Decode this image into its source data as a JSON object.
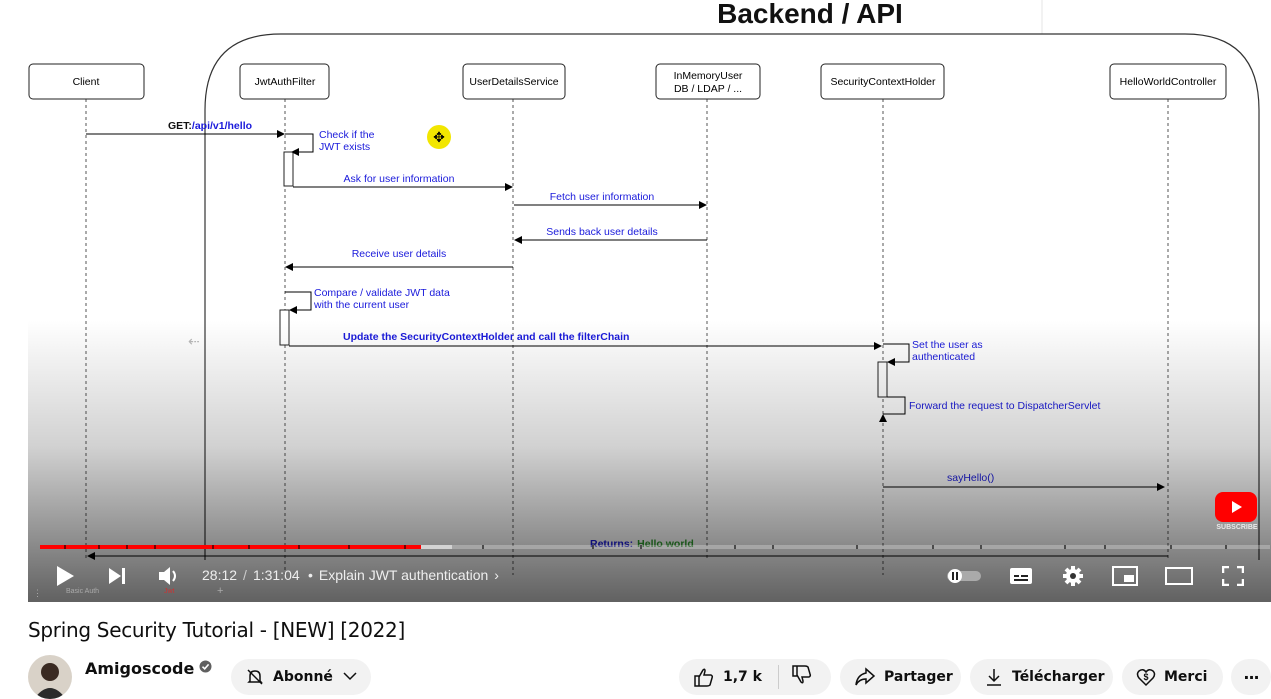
{
  "video": {
    "slide_title": "Backend / API",
    "actors": [
      {
        "label": "Client"
      },
      {
        "label": "JwtAuthFilter"
      },
      {
        "label": "UserDetailsService"
      },
      {
        "label": "InMemoryUser",
        "label2": "DB / LDAP / ..."
      },
      {
        "label": "SecurityContextHolder"
      },
      {
        "label": "HelloWorldController"
      }
    ],
    "messages": {
      "get_prefix": "GET:",
      "get_path": "/api/v1/hello",
      "check_jwt_1": "Check if the",
      "check_jwt_2": "JWT exists",
      "ask_user_info": "Ask for user information",
      "fetch_user_info": "Fetch user information",
      "sends_back": "Sends back user details",
      "receive_details": "Receive user details",
      "compare_1": "Compare / validate JWT data",
      "compare_2": "with the current user",
      "update_context": "Update the SecurityContextHolder and call the filterChain",
      "set_user_1": "Set the user as",
      "set_user_2": "authenticated",
      "forward": "Forward the request to DispatcherServlet",
      "say_hello": "sayHello()",
      "returns_label": "Returns:",
      "returns_value": "Hello world"
    },
    "tabs": {
      "tab1": "Basic Auth",
      "tab2": "Jwt",
      "add": "+"
    },
    "progress": {
      "played_fraction": 0.31,
      "buffered_fraction": 0.335
    },
    "controls": {
      "current_time": "28:12",
      "separator": "/",
      "duration": "1:31:04",
      "chapter_bullet": "•",
      "chapter": "Explain JWT authentication"
    },
    "subscribe_label": "SUBSCRIBE"
  },
  "title": "Spring Security Tutorial - [NEW] [2022]",
  "channel": {
    "name": "Amigoscode"
  },
  "actions": {
    "subscribed_label": "Abonné",
    "likes": "1,7 k",
    "share": "Partager",
    "download": "Télécharger",
    "thanks": "Merci"
  },
  "colors": {
    "brand_red": "#ff0000",
    "msg_blue": "#1a1adb",
    "returns_green": "#2e9b2e",
    "highlight_yellow": "#f2e600"
  }
}
